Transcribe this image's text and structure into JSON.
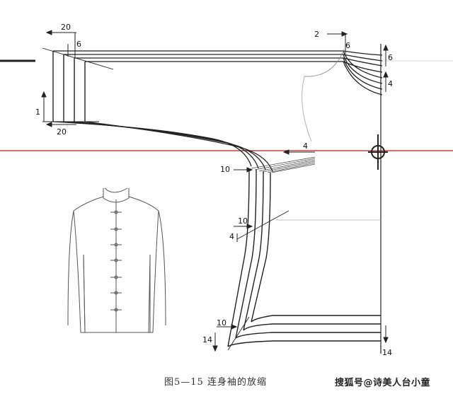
{
  "diagram": {
    "dimensions": {
      "d20_top": "20",
      "d6_top_left": "6",
      "d2_top_right": "2",
      "d6_top_right": "6",
      "d6_right": "6",
      "d4_right": "4",
      "d1_left": "1",
      "d20_bottom_left": "20",
      "d4_center": "4",
      "d10_armpit": "10",
      "d10_side": "10",
      "d4_side": "4",
      "d10_hem": "10",
      "d14_hem_left": "14",
      "d14_hem_right": "14"
    },
    "colors": {
      "line": "#222222",
      "red_reference": "#b22222",
      "thin": "#888888"
    }
  },
  "caption": "图5—15  连身袖的放缩",
  "watermark": "搜狐号@诗美人台小童"
}
